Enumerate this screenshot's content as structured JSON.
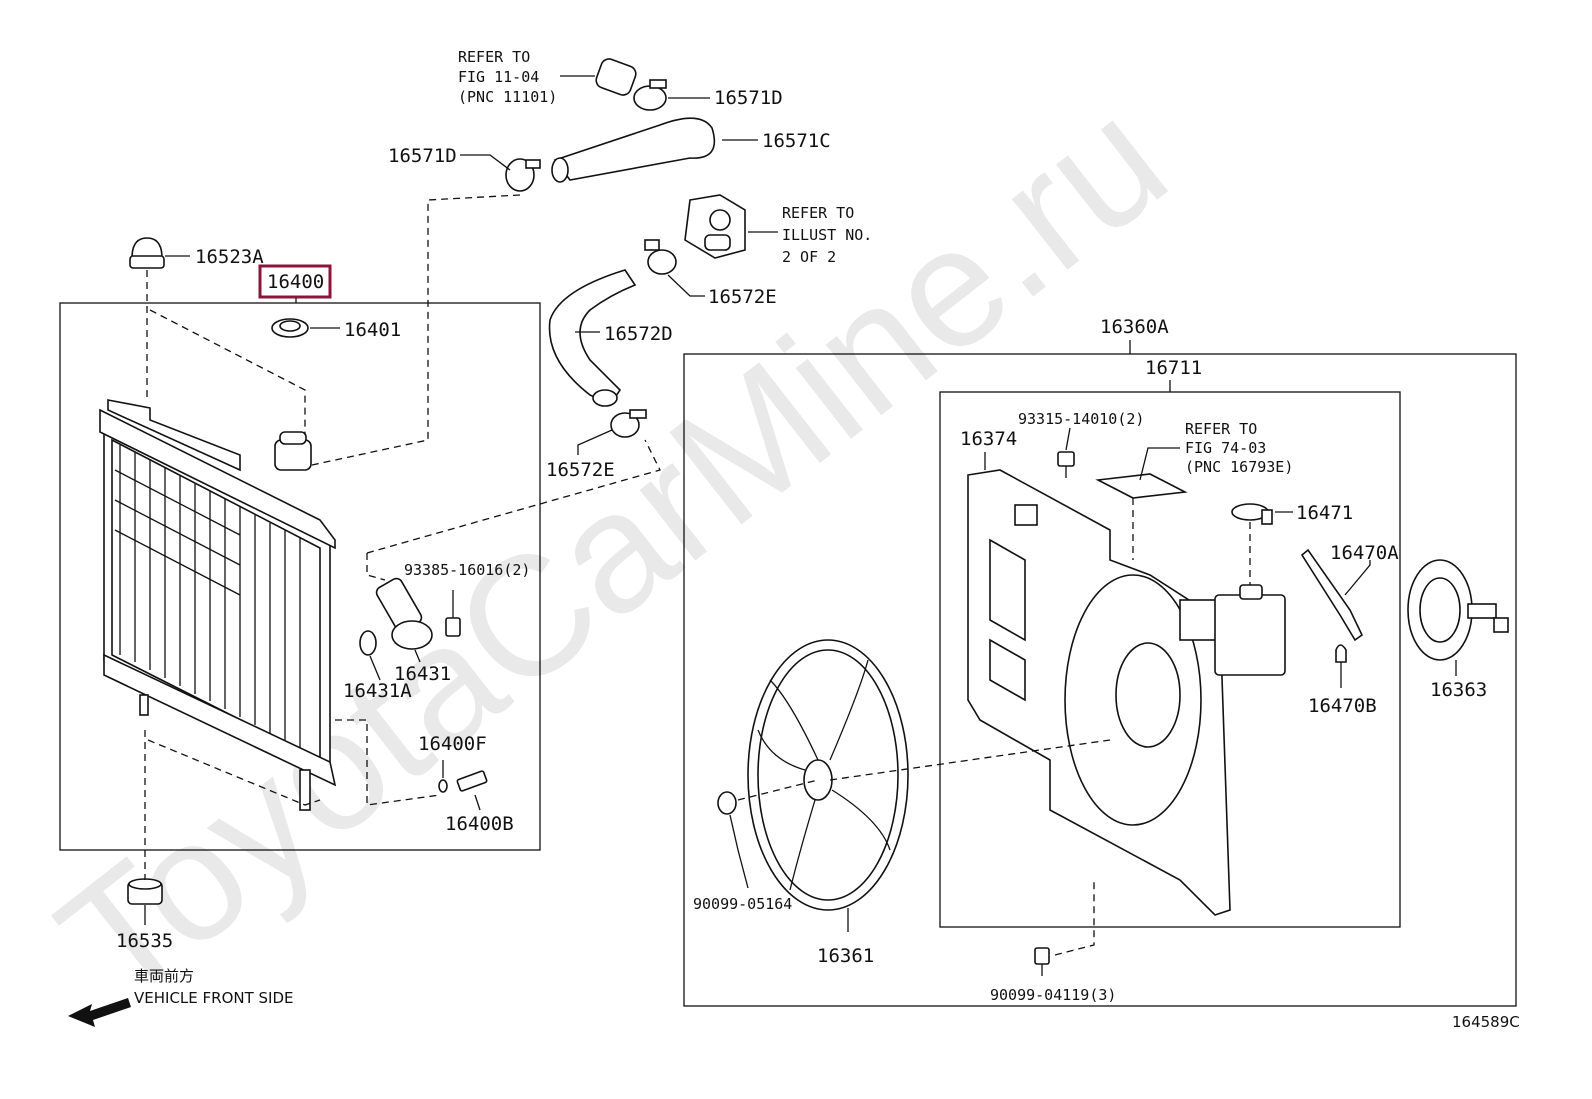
{
  "watermark": "ToyotaCarMine.ru",
  "figure_code": "164589C",
  "highlight_color": "#8b1538",
  "labels": {
    "p16400": "16400",
    "p16401": "16401",
    "p16523A": "16523A",
    "p16535": "16535",
    "p16571D_top": "16571D",
    "p16571D_left": "16571D",
    "p16571C": "16571C",
    "p16572E_right": "16572E",
    "p16572E_left": "16572E",
    "p16572D": "16572D",
    "p93385": "93385-16016(2)",
    "p16431": "16431",
    "p16431A": "16431A",
    "p16400F": "16400F",
    "p16400B": "16400B",
    "p16360A": "16360A",
    "p16711": "16711",
    "p16374": "16374",
    "p93315": "93315-14010(2)",
    "p16471": "16471",
    "p16470A": "16470A",
    "p16470B": "16470B",
    "p16363": "16363",
    "p90099_05164": "90099-05164",
    "p16361": "16361",
    "p90099_04119": "90099-04119(3)"
  },
  "refer_notes": {
    "fig1104": [
      "REFER TO",
      "FIG 11-04",
      "(PNC 11101)"
    ],
    "illust2": [
      "REFER TO",
      "ILLUST NO.",
      "2 OF 2"
    ],
    "fig7403": [
      "REFER TO",
      "FIG 74-03",
      "(PNC 16793E)"
    ]
  },
  "direction": {
    "jp": "車両前方",
    "en": "VEHICLE FRONT SIDE"
  }
}
